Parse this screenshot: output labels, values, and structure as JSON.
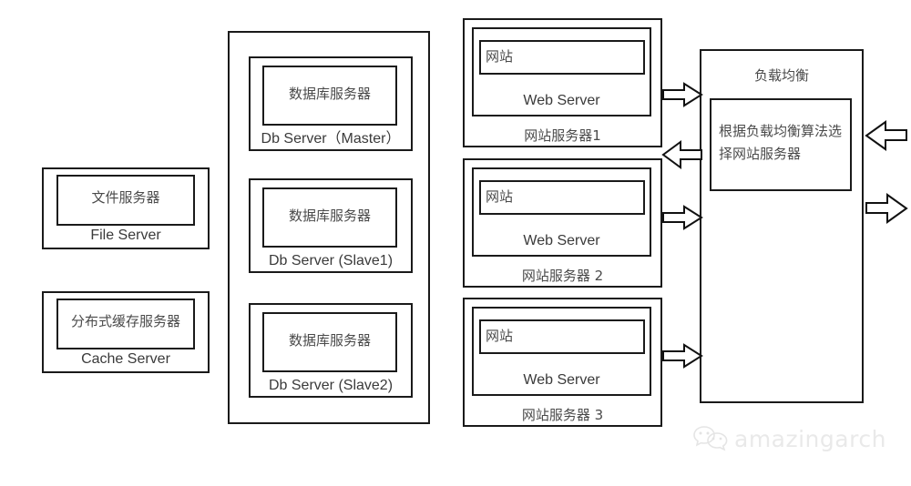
{
  "diagram": {
    "title_hidden": "",
    "background": "#ffffff",
    "stroke_color": "#1a1a1a",
    "text_color": "#4a4a4a"
  },
  "file_server": {
    "inner_label": "文件服务器",
    "outer_label": "File Server"
  },
  "cache_server": {
    "inner_label": "分布式缓存服务器",
    "outer_label": "Cache Server"
  },
  "db_cluster": {
    "nodes": [
      {
        "inner_label": "数据库服务器",
        "outer_label": "Db  Server（Master）"
      },
      {
        "inner_label": "数据库服务器",
        "outer_label": "Db  Server (Slave1)"
      },
      {
        "inner_label": "数据库服务器",
        "outer_label": "Db  Server (Slave2)"
      }
    ]
  },
  "web_servers": [
    {
      "site_label": "网站",
      "mid_label": "Web Server",
      "outer_label": "网站服务器1"
    },
    {
      "site_label": "网站",
      "mid_label": "Web Server",
      "outer_label": "网站服务器 2"
    },
    {
      "site_label": "网站",
      "mid_label": "Web Server",
      "outer_label": "网站服务器 3"
    }
  ],
  "load_balancer": {
    "title": "负载均衡",
    "algorithm_line1": "根据负载均衡算法选",
    "algorithm_line2": "择网站服务器"
  },
  "arrows": [
    {
      "name": "web1-to-lb",
      "direction": "right"
    },
    {
      "name": "lb-to-web2-area",
      "direction": "left"
    },
    {
      "name": "web2-to-lb",
      "direction": "right"
    },
    {
      "name": "web3-to-lb",
      "direction": "right"
    },
    {
      "name": "external-request-in",
      "direction": "left"
    },
    {
      "name": "external-response-out",
      "direction": "right"
    }
  ],
  "watermark": {
    "text": "amazingarch",
    "icon": "wechat-icon",
    "color": "#e9e9e9"
  }
}
